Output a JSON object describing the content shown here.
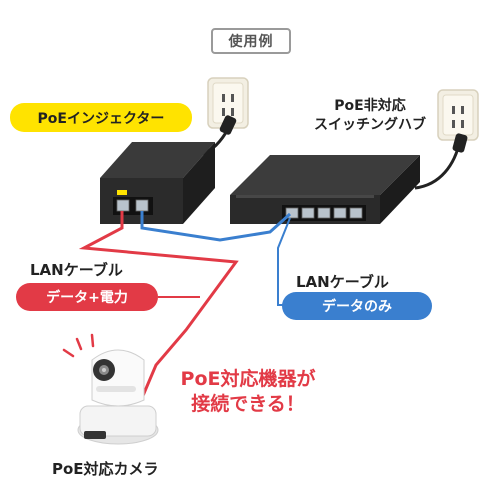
{
  "usage_example": "使用例",
  "poe_injector": "PoEインジェクター",
  "poe_hub_line1": "PoE非対応",
  "poe_hub_line2": "スイッチングハブ",
  "lan_cable_left": "LANケーブル",
  "data_power": "データ+電力",
  "lan_cable_right": "LANケーブル",
  "data_only": "データのみ",
  "callout_line1": "PoE対応機器が",
  "callout_line2": "接続できる！",
  "poe_camera": "PoE対応カメラ",
  "colors": {
    "power_cable": "#e23a46",
    "data_cable": "#3a7fcf",
    "injector_badge": "#ffe300",
    "device_body": "#222222"
  }
}
